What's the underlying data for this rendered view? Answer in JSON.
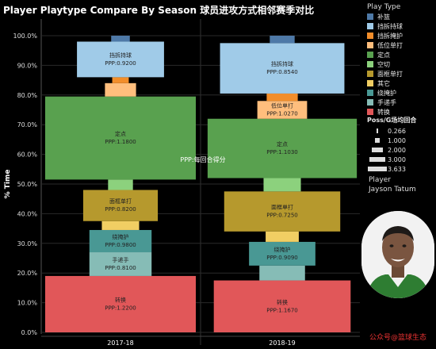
{
  "title": "Player Playtype Compare By Season 球员进攻方式相邻赛季对比",
  "legend": {
    "title": "Play Type",
    "items": [
      {
        "label": "补篮",
        "color": "#4e79a7"
      },
      {
        "label": "挡拆持球",
        "color": "#a0cbe8"
      },
      {
        "label": "挡拆掩护",
        "color": "#f28e2b"
      },
      {
        "label": "低位单打",
        "color": "#ffbe7d"
      },
      {
        "label": "定点",
        "color": "#59a14f"
      },
      {
        "label": "空切",
        "color": "#8cd17d"
      },
      {
        "label": "面框单打",
        "color": "#b6992d"
      },
      {
        "label": "其它",
        "color": "#f1ce63"
      },
      {
        "label": "绕掩护",
        "color": "#499894"
      },
      {
        "label": "手递手",
        "color": "#86bcb6"
      },
      {
        "label": "转换",
        "color": "#e15759"
      }
    ]
  },
  "size_legend": {
    "title": "Poss/G场均回合",
    "items": [
      {
        "label": "0.266",
        "value": 0.266
      },
      {
        "label": "1.000",
        "value": 1.0
      },
      {
        "label": "2.000",
        "value": 2.0
      },
      {
        "label": "3.000",
        "value": 3.0
      },
      {
        "label": "3.633",
        "value": 3.633
      }
    ]
  },
  "player": {
    "label": "Player",
    "name": "Jayson Tatum"
  },
  "watermark": "公众号@篮球生态",
  "chart_data": {
    "type": "bar",
    "subtype": "stacked-variable-width",
    "title": "Player Playtype Compare By Season 球员进攻方式相邻赛季对比",
    "ylabel": "% Time",
    "ylim": [
      0,
      100
    ],
    "yticks": [
      "0.0%",
      "10.0%",
      "20.0%",
      "30.0%",
      "40.0%",
      "50.0%",
      "60.0%",
      "70.0%",
      "80.0%",
      "90.0%",
      "100.0%"
    ],
    "categories": [
      "2017-18",
      "2018-19"
    ],
    "annotation": "PPP:每回合得分",
    "width_encoding": "Poss/G场均回合",
    "seasons": [
      {
        "name": "2017-18",
        "segments": [
          {
            "type": "转换",
            "start": 0.0,
            "end": 19.0,
            "poss": 3.633,
            "label": "转换",
            "ppp": "PPP:1.2200"
          },
          {
            "type": "手递手",
            "start": 19.0,
            "end": 27.0,
            "poss": 1.5,
            "label": "手递手",
            "ppp": "PPP:0.8100"
          },
          {
            "type": "绕掩护",
            "start": 27.0,
            "end": 34.5,
            "poss": 1.5,
            "label": "绕掩护",
            "ppp": "PPP:0.9800"
          },
          {
            "type": "其它",
            "start": 34.5,
            "end": 37.5,
            "poss": 0.9,
            "label": "",
            "ppp": ""
          },
          {
            "type": "面框单打",
            "start": 37.5,
            "end": 48.0,
            "poss": 1.8,
            "label": "面框单打",
            "ppp": "PPP:0.8200"
          },
          {
            "type": "空切",
            "start": 48.0,
            "end": 51.5,
            "poss": 0.6,
            "label": "",
            "ppp": ""
          },
          {
            "type": "定点",
            "start": 51.5,
            "end": 79.5,
            "poss": 3.633,
            "label": "定点",
            "ppp": "PPP:1.1800"
          },
          {
            "type": "低位单打",
            "start": 79.5,
            "end": 84.0,
            "poss": 0.75,
            "label": "",
            "ppp": ""
          },
          {
            "type": "挡拆掩护",
            "start": 84.0,
            "end": 86.0,
            "poss": 0.4,
            "label": "",
            "ppp": ""
          },
          {
            "type": "挡拆持球",
            "start": 86.0,
            "end": 98.0,
            "poss": 2.1,
            "label": "挡拆持球",
            "ppp": "PPP:0.9200"
          },
          {
            "type": "补篮",
            "start": 98.0,
            "end": 100.0,
            "poss": 0.45,
            "label": "",
            "ppp": ""
          }
        ]
      },
      {
        "name": "2018-19",
        "segments": [
          {
            "type": "转换",
            "start": 0.0,
            "end": 17.5,
            "poss": 3.3,
            "label": "转换",
            "ppp": "PPP:1.1670"
          },
          {
            "type": "手递手",
            "start": 17.5,
            "end": 22.5,
            "poss": 1.1,
            "label": "",
            "ppp": ""
          },
          {
            "type": "绕掩护",
            "start": 22.5,
            "end": 30.5,
            "poss": 1.6,
            "label": "绕掩护",
            "ppp": "PPP:0.9090"
          },
          {
            "type": "其它",
            "start": 30.5,
            "end": 34.0,
            "poss": 0.8,
            "label": "",
            "ppp": ""
          },
          {
            "type": "面框单打",
            "start": 34.0,
            "end": 47.5,
            "poss": 2.8,
            "label": "面框单打",
            "ppp": "PPP:0.7250"
          },
          {
            "type": "空切",
            "start": 47.5,
            "end": 52.0,
            "poss": 0.9,
            "label": "",
            "ppp": ""
          },
          {
            "type": "定点",
            "start": 52.0,
            "end": 72.0,
            "poss": 3.6,
            "label": "定点",
            "ppp": "PPP:1.1030"
          },
          {
            "type": "低位单打",
            "start": 72.0,
            "end": 78.0,
            "poss": 1.2,
            "label": "低位单打",
            "ppp": "PPP:1.0270"
          },
          {
            "type": "挡拆掩护",
            "start": 78.0,
            "end": 80.5,
            "poss": 0.75,
            "label": "",
            "ppp": ""
          },
          {
            "type": "挡拆持球",
            "start": 80.5,
            "end": 97.5,
            "poss": 3.0,
            "label": "挡拆持球",
            "ppp": "PPP:0.8540"
          },
          {
            "type": "补篮",
            "start": 97.5,
            "end": 100.0,
            "poss": 0.6,
            "label": "",
            "ppp": ""
          }
        ]
      }
    ]
  }
}
